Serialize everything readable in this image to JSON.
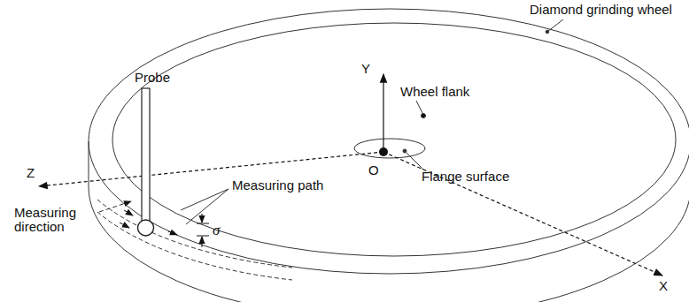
{
  "diagram": {
    "labels": [
      "Diamond grinding wheel",
      "Y",
      "Wheel flank",
      "Probe",
      "Flange surface",
      "Z",
      "O",
      "Measuring path",
      "Measuring direction",
      "σ",
      "X"
    ]
  }
}
